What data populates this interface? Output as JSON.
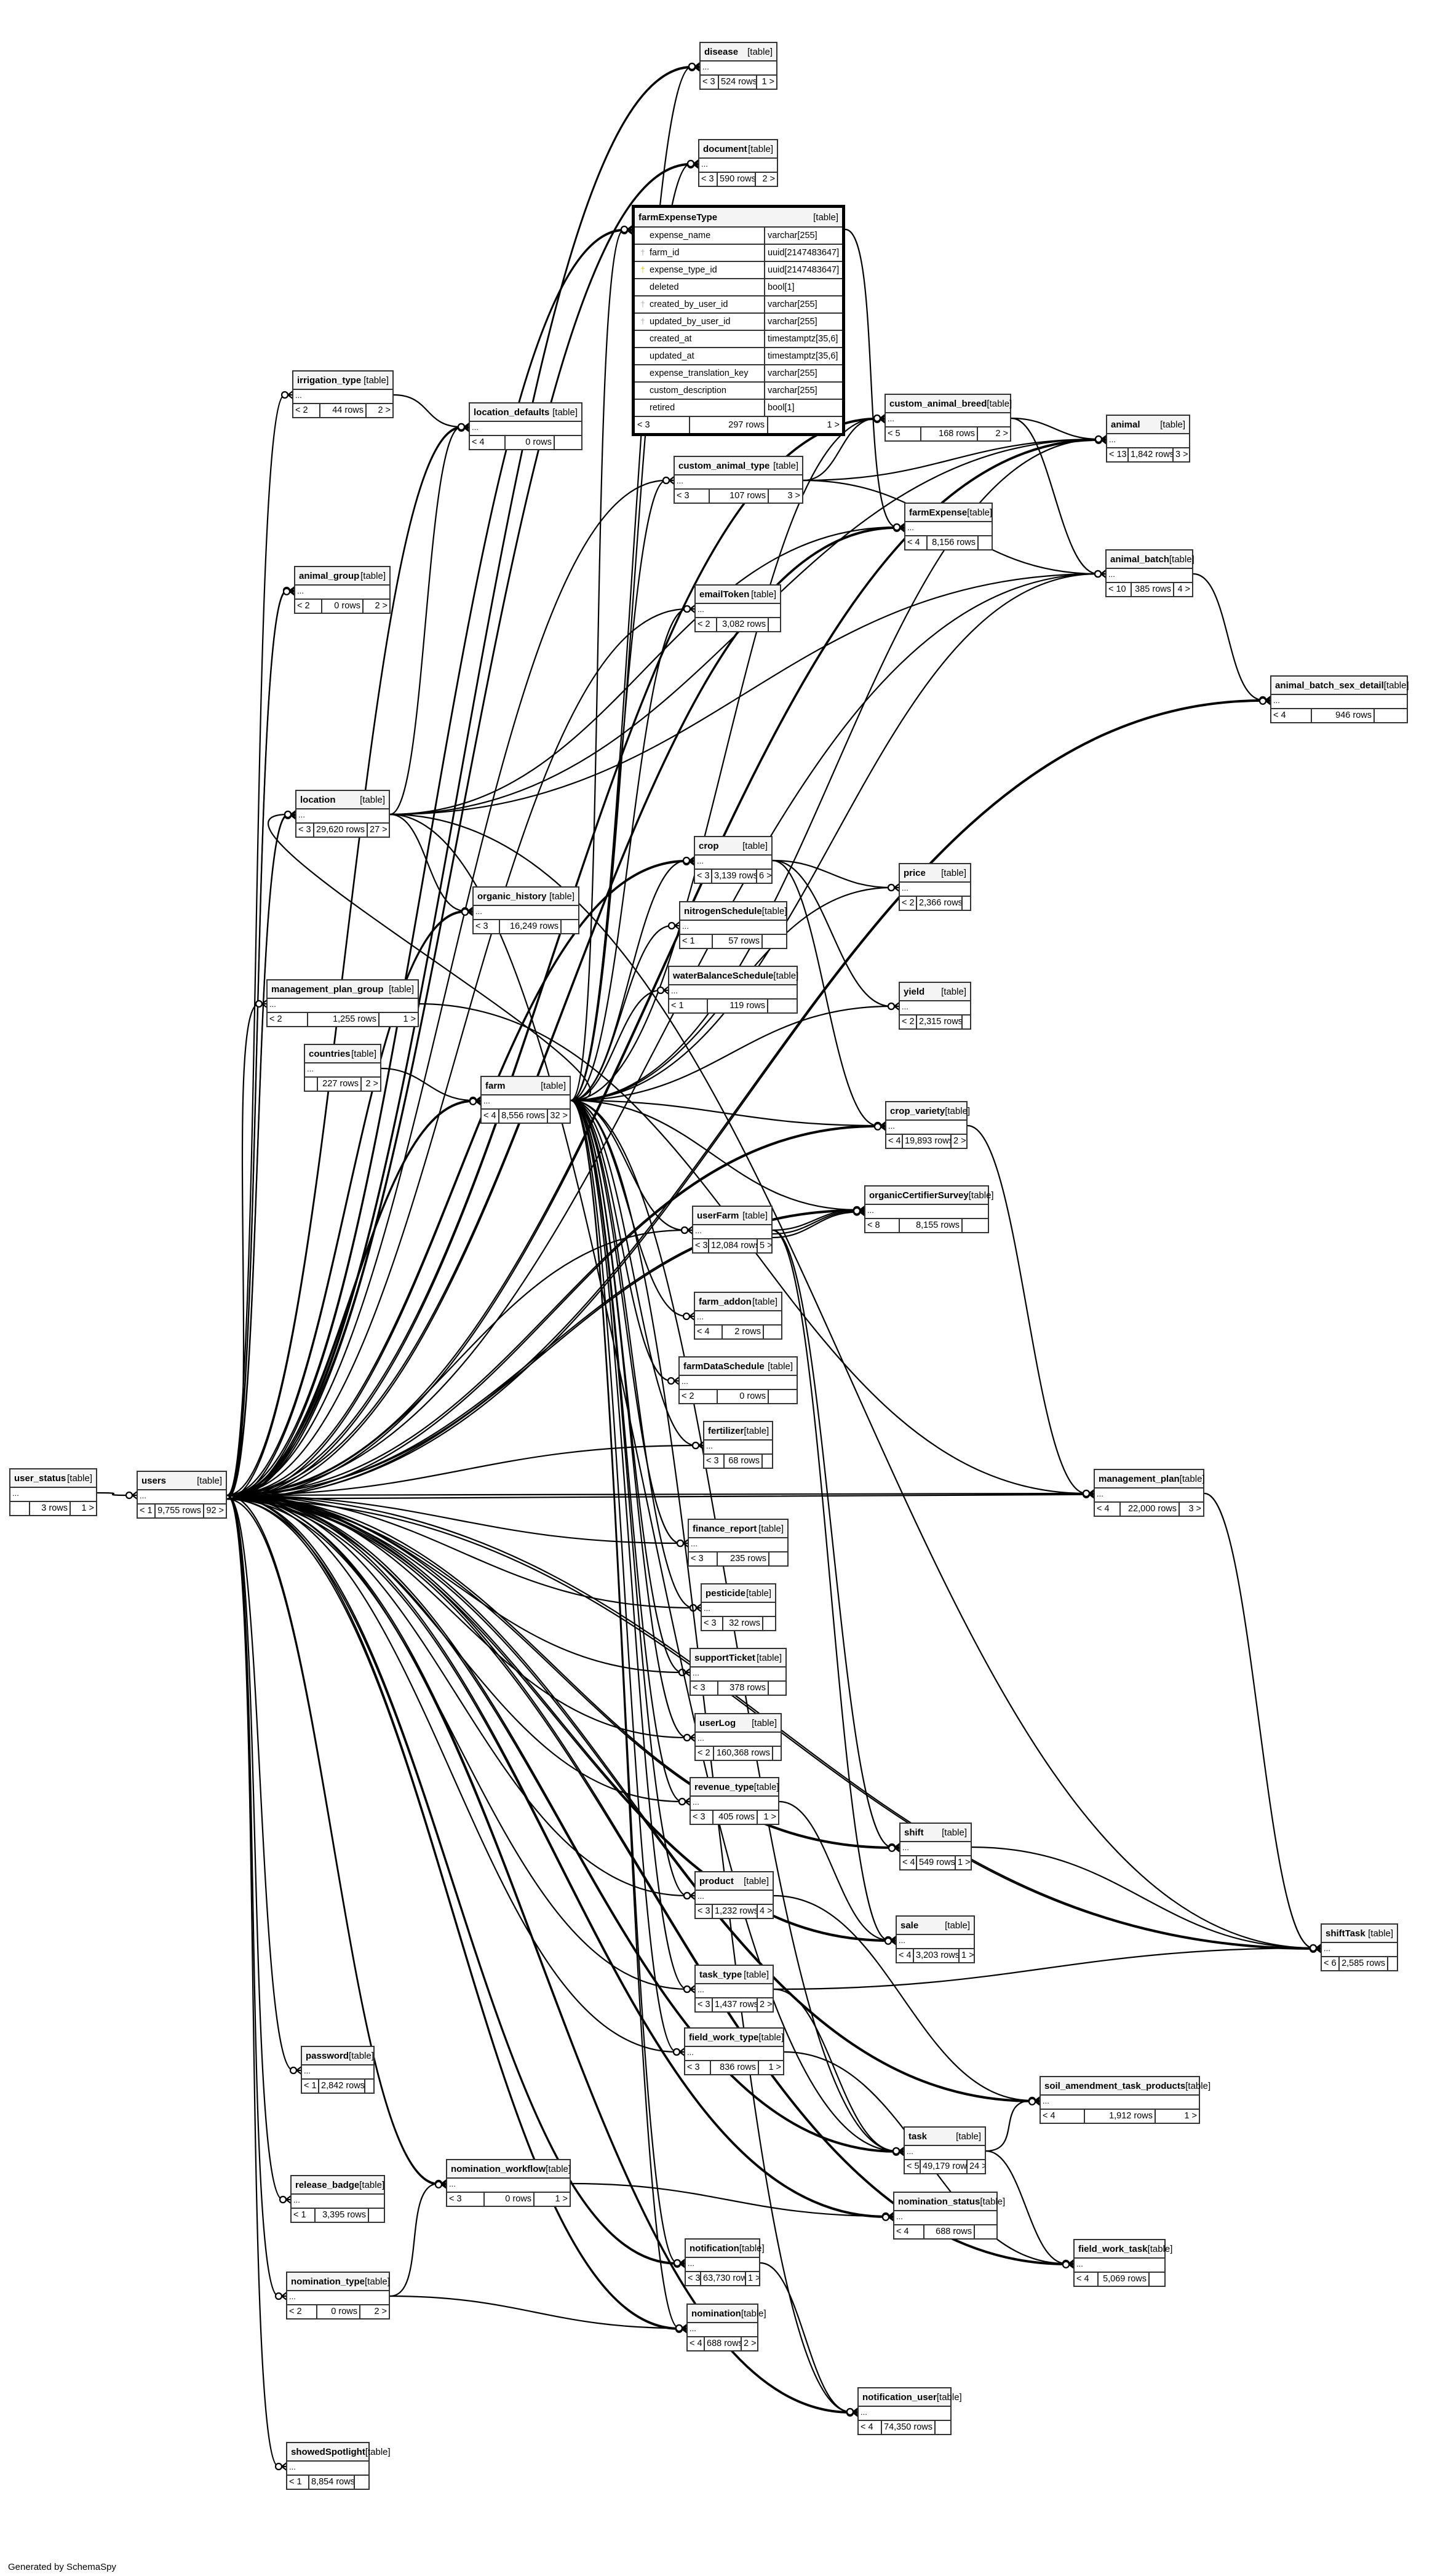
{
  "footer": "Generated by SchemaSpy",
  "type_label": "[table]",
  "ellipsis": "...",
  "tables": {
    "disease": {
      "name": "disease",
      "parents": "< 3",
      "rows": "524 rows",
      "children": "1 >"
    },
    "document": {
      "name": "document",
      "parents": "< 3",
      "rows": "590 rows",
      "children": "2 >"
    },
    "irrigation_type": {
      "name": "irrigation_type",
      "parents": "< 2",
      "rows": "44 rows",
      "children": "2 >"
    },
    "location_defaults": {
      "name": "location_defaults",
      "parents": "< 4",
      "rows": "0 rows",
      "children": ""
    },
    "custom_animal_breed": {
      "name": "custom_animal_breed",
      "parents": "< 5",
      "rows": "168 rows",
      "children": "2 >"
    },
    "animal": {
      "name": "animal",
      "parents": "< 13",
      "rows": "1,842 rows",
      "children": "3 >"
    },
    "custom_animal_type": {
      "name": "custom_animal_type",
      "parents": "< 3",
      "rows": "107 rows",
      "children": "3 >"
    },
    "farmExpense": {
      "name": "farmExpense",
      "parents": "< 4",
      "rows": "8,156 rows",
      "children": ""
    },
    "animal_group": {
      "name": "animal_group",
      "parents": "< 2",
      "rows": "0 rows",
      "children": "2 >"
    },
    "animal_batch": {
      "name": "animal_batch",
      "parents": "< 10",
      "rows": "385 rows",
      "children": "4 >"
    },
    "emailToken": {
      "name": "emailToken",
      "parents": "< 2",
      "rows": "3,082 rows",
      "children": ""
    },
    "animal_batch_sex_detail": {
      "name": "animal_batch_sex_detail",
      "parents": "< 4",
      "rows": "946 rows",
      "children": ""
    },
    "location": {
      "name": "location",
      "parents": "< 3",
      "rows": "29,620 rows",
      "children": "27 >"
    },
    "crop": {
      "name": "crop",
      "parents": "< 3",
      "rows": "3,139 rows",
      "children": "6 >"
    },
    "price": {
      "name": "price",
      "parents": "< 2",
      "rows": "2,366 rows",
      "children": ""
    },
    "organic_history": {
      "name": "organic_history",
      "parents": "< 3",
      "rows": "16,249 rows",
      "children": ""
    },
    "nitrogenSchedule": {
      "name": "nitrogenSchedule",
      "parents": "< 1",
      "rows": "57 rows",
      "children": ""
    },
    "waterBalanceSchedule": {
      "name": "waterBalanceSchedule",
      "parents": "< 1",
      "rows": "119 rows",
      "children": ""
    },
    "yield": {
      "name": "yield",
      "parents": "< 2",
      "rows": "2,315 rows",
      "children": ""
    },
    "management_plan_group": {
      "name": "management_plan_group",
      "parents": "< 2",
      "rows": "1,255 rows",
      "children": "1 >"
    },
    "countries": {
      "name": "countries",
      "parents": "",
      "rows": "227 rows",
      "children": "2 >"
    },
    "farm": {
      "name": "farm",
      "parents": "< 4",
      "rows": "8,556 rows",
      "children": "32 >"
    },
    "crop_variety": {
      "name": "crop_variety",
      "parents": "< 4",
      "rows": "19,893 rows",
      "children": "2 >"
    },
    "userFarm": {
      "name": "userFarm",
      "parents": "< 3",
      "rows": "12,084 rows",
      "children": "5 >"
    },
    "organicCertifierSurvey": {
      "name": "organicCertifierSurvey",
      "parents": "< 8",
      "rows": "8,155 rows",
      "children": ""
    },
    "farm_addon": {
      "name": "farm_addon",
      "parents": "< 4",
      "rows": "2 rows",
      "children": ""
    },
    "farmDataSchedule": {
      "name": "farmDataSchedule",
      "parents": "< 2",
      "rows": "0 rows",
      "children": ""
    },
    "fertilizer": {
      "name": "fertilizer",
      "parents": "< 3",
      "rows": "68 rows",
      "children": ""
    },
    "user_status": {
      "name": "user_status",
      "parents": "",
      "rows": "3 rows",
      "children": "1 >"
    },
    "users": {
      "name": "users",
      "parents": "< 1",
      "rows": "9,755 rows",
      "children": "92 >"
    },
    "management_plan": {
      "name": "management_plan",
      "parents": "< 4",
      "rows": "22,000 rows",
      "children": "3 >"
    },
    "finance_report": {
      "name": "finance_report",
      "parents": "< 3",
      "rows": "235 rows",
      "children": ""
    },
    "pesticide": {
      "name": "pesticide",
      "parents": "< 3",
      "rows": "32 rows",
      "children": ""
    },
    "supportTicket": {
      "name": "supportTicket",
      "parents": "< 3",
      "rows": "378 rows",
      "children": ""
    },
    "userLog": {
      "name": "userLog",
      "parents": "< 2",
      "rows": "160,368 rows",
      "children": ""
    },
    "revenue_type": {
      "name": "revenue_type",
      "parents": "< 3",
      "rows": "405 rows",
      "children": "1 >"
    },
    "shift": {
      "name": "shift",
      "parents": "< 4",
      "rows": "549 rows",
      "children": "1 >"
    },
    "product": {
      "name": "product",
      "parents": "< 3",
      "rows": "1,232 rows",
      "children": "4 >"
    },
    "shiftTask": {
      "name": "shiftTask",
      "parents": "< 6",
      "rows": "2,585 rows",
      "children": ""
    },
    "sale": {
      "name": "sale",
      "parents": "< 4",
      "rows": "3,203 rows",
      "children": "1 >"
    },
    "task_type": {
      "name": "task_type",
      "parents": "< 3",
      "rows": "1,437 rows",
      "children": "2 >"
    },
    "field_work_type": {
      "name": "field_work_type",
      "parents": "< 3",
      "rows": "836 rows",
      "children": "1 >"
    },
    "password": {
      "name": "password",
      "parents": "< 1",
      "rows": "2,842 rows",
      "children": ""
    },
    "soil_amendment_task_products": {
      "name": "soil_amendment_task_products",
      "parents": "< 4",
      "rows": "1,912 rows",
      "children": "1 >"
    },
    "task": {
      "name": "task",
      "parents": "< 5",
      "rows": "49,179 rows",
      "children": "24 >"
    },
    "release_badge": {
      "name": "release_badge",
      "parents": "< 1",
      "rows": "3,395 rows",
      "children": ""
    },
    "nomination_workflow": {
      "name": "nomination_workflow",
      "parents": "< 3",
      "rows": "0 rows",
      "children": "1 >"
    },
    "nomination_status": {
      "name": "nomination_status",
      "parents": "< 4",
      "rows": "688 rows",
      "children": ""
    },
    "notification": {
      "name": "notification",
      "parents": "< 3",
      "rows": "63,730 rows",
      "children": "1 >"
    },
    "field_work_task": {
      "name": "field_work_task",
      "parents": "< 4",
      "rows": "5,069 rows",
      "children": ""
    },
    "nomination_type": {
      "name": "nomination_type",
      "parents": "< 2",
      "rows": "0 rows",
      "children": "2 >"
    },
    "nomination": {
      "name": "nomination",
      "parents": "< 4",
      "rows": "688 rows",
      "children": "2 >"
    },
    "notification_user": {
      "name": "notification_user",
      "parents": "< 4",
      "rows": "74,350 rows",
      "children": ""
    },
    "showedSpotlight": {
      "name": "showedSpotlight",
      "parents": "< 1",
      "rows": "8,854 rows",
      "children": ""
    }
  },
  "farmExpenseType": {
    "name": "farmExpenseType",
    "type_label": "[table]",
    "columns": [
      {
        "name": "expense_name",
        "type": "varchar[255]",
        "key": "none"
      },
      {
        "name": "farm_id",
        "type": "uuid[2147483647]",
        "key": "foreign-key"
      },
      {
        "name": "expense_type_id",
        "type": "uuid[2147483647]",
        "key": "primary-key"
      },
      {
        "name": "deleted",
        "type": "bool[1]",
        "key": "none"
      },
      {
        "name": "created_by_user_id",
        "type": "varchar[255]",
        "key": "foreign-key"
      },
      {
        "name": "updated_by_user_id",
        "type": "varchar[255]",
        "key": "foreign-key"
      },
      {
        "name": "created_at",
        "type": "timestamptz[35,6]",
        "key": "none"
      },
      {
        "name": "updated_at",
        "type": "timestamptz[35,6]",
        "key": "none"
      },
      {
        "name": "expense_translation_key",
        "type": "varchar[255]",
        "key": "none"
      },
      {
        "name": "custom_description",
        "type": "varchar[255]",
        "key": "none"
      },
      {
        "name": "retired",
        "type": "bool[1]",
        "key": "none"
      }
    ],
    "parents": "< 3",
    "rows": "297 rows",
    "children": "1 >"
  },
  "relations": [
    [
      "user_status",
      "users"
    ],
    [
      "users",
      "disease"
    ],
    [
      "users",
      "disease"
    ],
    [
      "farm",
      "disease"
    ],
    [
      "users",
      "document"
    ],
    [
      "users",
      "document"
    ],
    [
      "farm",
      "document"
    ],
    [
      "users",
      "irrigation_type"
    ],
    [
      "irrigation_type",
      "location_defaults"
    ],
    [
      "users",
      "location_defaults"
    ],
    [
      "users",
      "location_defaults"
    ],
    [
      "location",
      "location_defaults"
    ],
    [
      "users",
      "farmExpenseType"
    ],
    [
      "users",
      "farmExpenseType"
    ],
    [
      "farm",
      "farmExpenseType"
    ],
    [
      "users",
      "custom_animal_breed"
    ],
    [
      "users",
      "custom_animal_breed"
    ],
    [
      "farm",
      "custom_animal_breed"
    ],
    [
      "custom_animal_type",
      "custom_animal_breed"
    ],
    [
      "users",
      "custom_animal_type"
    ],
    [
      "farm",
      "custom_animal_type"
    ],
    [
      "custom_animal_breed",
      "animal"
    ],
    [
      "custom_animal_type",
      "animal"
    ],
    [
      "users",
      "animal"
    ],
    [
      "users",
      "animal"
    ],
    [
      "farm",
      "animal"
    ],
    [
      "location",
      "animal"
    ],
    [
      "farmExpenseType",
      "farmExpense"
    ],
    [
      "users",
      "farmExpense"
    ],
    [
      "users",
      "farmExpense"
    ],
    [
      "location",
      "farmExpense"
    ],
    [
      "users",
      "animal_group"
    ],
    [
      "users",
      "animal_group"
    ],
    [
      "custom_animal_breed",
      "animal_batch"
    ],
    [
      "custom_animal_type",
      "animal_batch"
    ],
    [
      "users",
      "animal_batch"
    ],
    [
      "farm",
      "animal_batch"
    ],
    [
      "location",
      "animal_batch"
    ],
    [
      "users",
      "emailToken"
    ],
    [
      "farm",
      "emailToken"
    ],
    [
      "animal_batch",
      "animal_batch_sex_detail"
    ],
    [
      "users",
      "animal_batch_sex_detail"
    ],
    [
      "users",
      "animal_batch_sex_detail"
    ],
    [
      "users",
      "location"
    ],
    [
      "users",
      "location"
    ],
    [
      "farm",
      "location"
    ],
    [
      "users",
      "crop"
    ],
    [
      "users",
      "crop"
    ],
    [
      "farm",
      "crop"
    ],
    [
      "crop",
      "price"
    ],
    [
      "farm",
      "price"
    ],
    [
      "location",
      "organic_history"
    ],
    [
      "users",
      "organic_history"
    ],
    [
      "users",
      "organic_history"
    ],
    [
      "farm",
      "nitrogenSchedule"
    ],
    [
      "farm",
      "waterBalanceSchedule"
    ],
    [
      "crop",
      "yield"
    ],
    [
      "farm",
      "yield"
    ],
    [
      "users",
      "management_plan_group"
    ],
    [
      "countries",
      "farm"
    ],
    [
      "users",
      "farm"
    ],
    [
      "users",
      "farm"
    ],
    [
      "crop",
      "crop_variety"
    ],
    [
      "farm",
      "crop_variety"
    ],
    [
      "users",
      "crop_variety"
    ],
    [
      "users",
      "crop_variety"
    ],
    [
      "users",
      "userFarm"
    ],
    [
      "farm",
      "userFarm"
    ],
    [
      "userFarm",
      "organicCertifierSurvey"
    ],
    [
      "userFarm",
      "organicCertifierSurvey"
    ],
    [
      "userFarm",
      "organicCertifierSurvey"
    ],
    [
      "farm",
      "organicCertifierSurvey"
    ],
    [
      "users",
      "organicCertifierSurvey"
    ],
    [
      "users",
      "organicCertifierSurvey"
    ],
    [
      "farm",
      "farm_addon"
    ],
    [
      "farm",
      "farmDataSchedule"
    ],
    [
      "users",
      "fertilizer"
    ],
    [
      "farm",
      "fertilizer"
    ],
    [
      "crop_variety",
      "management_plan"
    ],
    [
      "users",
      "management_plan"
    ],
    [
      "users",
      "management_plan"
    ],
    [
      "management_plan_group",
      "management_plan"
    ],
    [
      "users",
      "finance_report"
    ],
    [
      "farm",
      "finance_report"
    ],
    [
      "users",
      "pesticide"
    ],
    [
      "farm",
      "pesticide"
    ],
    [
      "users",
      "supportTicket"
    ],
    [
      "farm",
      "supportTicket"
    ],
    [
      "users",
      "userLog"
    ],
    [
      "farm",
      "userLog"
    ],
    [
      "users",
      "revenue_type"
    ],
    [
      "farm",
      "revenue_type"
    ],
    [
      "userFarm",
      "shift"
    ],
    [
      "users",
      "shift"
    ],
    [
      "users",
      "shift"
    ],
    [
      "users",
      "product"
    ],
    [
      "farm",
      "product"
    ],
    [
      "shift",
      "shiftTask"
    ],
    [
      "management_plan",
      "shiftTask"
    ],
    [
      "task_type",
      "shiftTask"
    ],
    [
      "users",
      "shiftTask"
    ],
    [
      "users",
      "shiftTask"
    ],
    [
      "location",
      "shiftTask"
    ],
    [
      "revenue_type",
      "sale"
    ],
    [
      "userFarm",
      "sale"
    ],
    [
      "users",
      "sale"
    ],
    [
      "users",
      "sale"
    ],
    [
      "users",
      "task_type"
    ],
    [
      "farm",
      "task_type"
    ],
    [
      "users",
      "field_work_type"
    ],
    [
      "farm",
      "field_work_type"
    ],
    [
      "users",
      "password"
    ],
    [
      "product",
      "soil_amendment_task_products"
    ],
    [
      "task",
      "soil_amendment_task_products"
    ],
    [
      "users",
      "soil_amendment_task_products"
    ],
    [
      "users",
      "soil_amendment_task_products"
    ],
    [
      "task_type",
      "task"
    ],
    [
      "users",
      "task"
    ],
    [
      "users",
      "task"
    ],
    [
      "farm",
      "task"
    ],
    [
      "location",
      "task"
    ],
    [
      "users",
      "release_badge"
    ],
    [
      "nomination_type",
      "nomination_workflow"
    ],
    [
      "users",
      "nomination_workflow"
    ],
    [
      "users",
      "nomination_workflow"
    ],
    [
      "nomination_workflow",
      "nomination_status"
    ],
    [
      "users",
      "nomination_status"
    ],
    [
      "users",
      "nomination_status"
    ],
    [
      "users",
      "notification"
    ],
    [
      "users",
      "notification"
    ],
    [
      "farm",
      "notification"
    ],
    [
      "task",
      "field_work_task"
    ],
    [
      "field_work_type",
      "field_work_task"
    ],
    [
      "users",
      "field_work_task"
    ],
    [
      "users",
      "field_work_task"
    ],
    [
      "users",
      "nomination_type"
    ],
    [
      "nomination_type",
      "nomination"
    ],
    [
      "users",
      "nomination"
    ],
    [
      "users",
      "nomination"
    ],
    [
      "farm",
      "nomination"
    ],
    [
      "notification",
      "notification_user"
    ],
    [
      "users",
      "notification_user"
    ],
    [
      "users",
      "notification_user"
    ],
    [
      "farm",
      "notification_user"
    ],
    [
      "users",
      "showedSpotlight"
    ]
  ]
}
